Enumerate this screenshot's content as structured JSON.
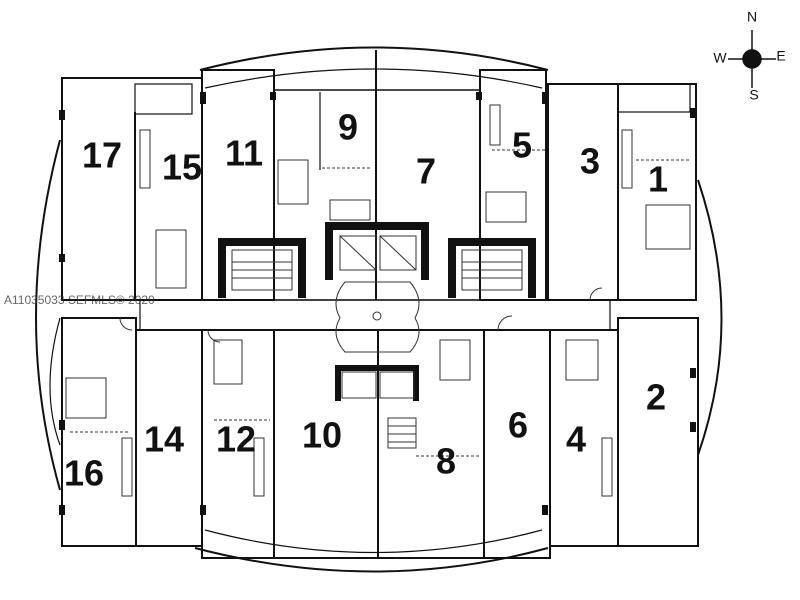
{
  "compass": {
    "north": "N",
    "south": "S",
    "east": "E",
    "west": "W",
    "icon": "compass-icon"
  },
  "watermark": "A11035033  SEFMLS© 2020",
  "units": {
    "u1": "1",
    "u2": "2",
    "u3": "3",
    "u4": "4",
    "u5": "5",
    "u6": "6",
    "u7": "7",
    "u8": "8",
    "u9": "9",
    "u10": "10",
    "u11": "11",
    "u12": "12",
    "u14": "14",
    "u15": "15",
    "u16": "16",
    "u17": "17"
  },
  "colors": {
    "wall": "#111111",
    "line": "#333333",
    "paper": "#ffffff"
  }
}
